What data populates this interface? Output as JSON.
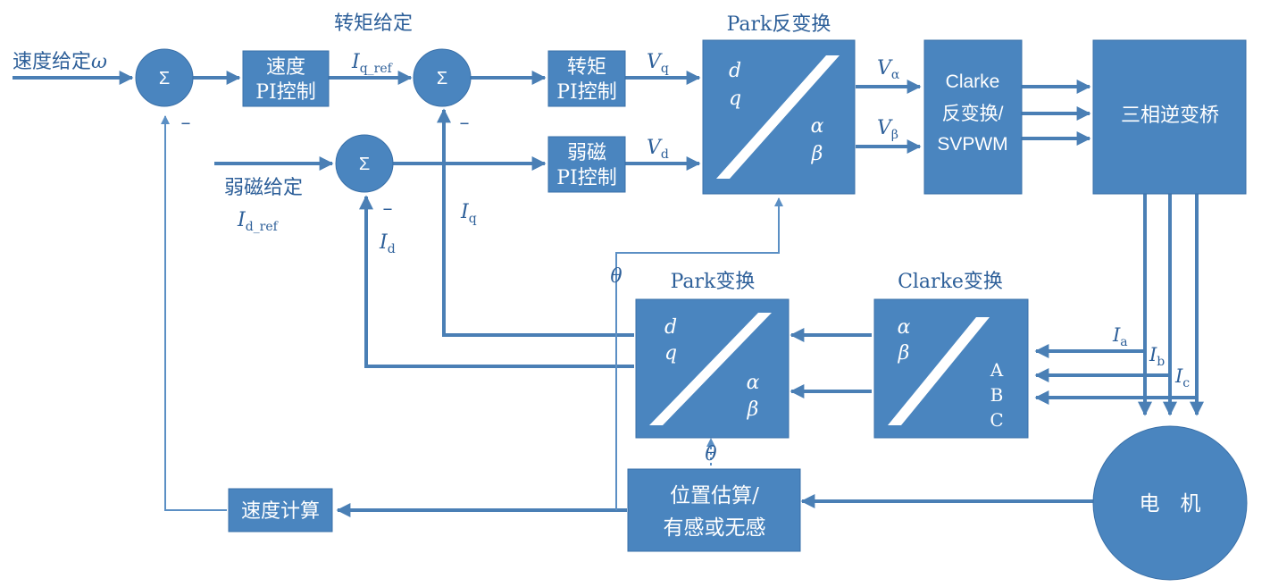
{
  "labels": {
    "speed_ref": "速度给定",
    "omega": "ω",
    "torque_ref": "转矩给定",
    "iq_ref_main": "I",
    "iq_ref_sub": "q_ref",
    "fw_ref": "弱磁给定",
    "id_ref_main": "I",
    "id_ref_sub": "d_ref",
    "iq_fb_main": "I",
    "iq_fb_sub": "q",
    "id_fb_main": "I",
    "id_fb_sub": "d",
    "vq_main": "V",
    "vq_sub": "q",
    "vd_main": "V",
    "vd_sub": "d",
    "valpha_main": "V",
    "valpha_sub": "α",
    "vbeta_main": "V",
    "vbeta_sub": "β",
    "theta": "θ",
    "ia_main": "I",
    "ia_sub": "a",
    "ib_main": "I",
    "ib_sub": "b",
    "ic_main": "I",
    "ic_sub": "c",
    "minus": "–",
    "sigma": "Σ"
  },
  "blocks": {
    "speed_pi_l1": "速度",
    "speed_pi_l2": "PI控制",
    "torque_pi_l1": "转矩",
    "torque_pi_l2": "PI控制",
    "fw_pi_l1": "弱磁",
    "fw_pi_l2": "PI控制",
    "ipark_title": "Park反变换",
    "ipark_d": "d",
    "ipark_q": "q",
    "ipark_alpha": "α",
    "ipark_beta": "β",
    "iclarke_l1": "Clarke",
    "iclarke_l2": "反变换/",
    "iclarke_l3": "SVPWM",
    "inverter": "三相逆变桥",
    "park_title": "Park变换",
    "park_d": "d",
    "park_q": "q",
    "park_alpha": "α",
    "park_beta": "β",
    "clarke_title": "Clarke变换",
    "clarke_alpha": "α",
    "clarke_beta": "β",
    "clarke_a": "A",
    "clarke_b": "B",
    "clarke_c": "C",
    "pos_l1": "位置估算/",
    "pos_l2": "有感或无感",
    "speed_calc": "速度计算",
    "motor": "电　机"
  }
}
